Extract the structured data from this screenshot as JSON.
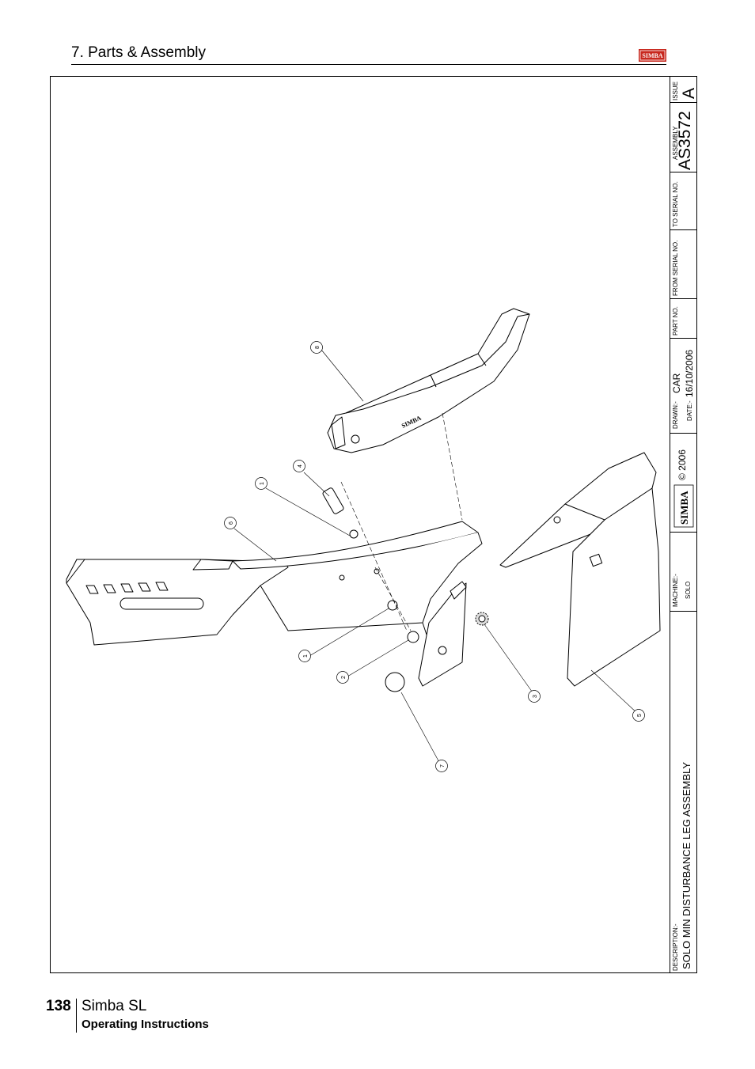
{
  "header": {
    "section_title": "7. Parts & Assembly"
  },
  "brand": {
    "logo_text": "SIMBA",
    "accent_color": "#c8281e"
  },
  "title_block": {
    "description_label": "DESCRIPTION:-",
    "description": "SOLO MIN DISTURBANCE LEG ASSEMBLY",
    "machine_label": "MACHINE:-",
    "machine": "SOLO",
    "logo_text": "SIMBA",
    "copyright": "© 2006",
    "drawn_label": "DRAWN:-",
    "drawn": "CAR",
    "date_label": "DATE:-",
    "date": "16/10/2006",
    "part_no_label": "PART NO.",
    "from_serial_label": "FROM SERIAL NO.",
    "to_serial_label": "TO SERIAL NO.",
    "assembly_label": "ASSEMBLY",
    "assembly": "AS3572",
    "issue_label": "ISSUE",
    "issue": "A"
  },
  "drawing": {
    "stamp_text": "SIMBA",
    "balloons": [
      "8",
      "4",
      "1",
      "6",
      "1",
      "2",
      "7",
      "3",
      "5"
    ]
  },
  "footer": {
    "page_number": "138",
    "product_name": "Simba SL",
    "doc_type": "Operating Instructions"
  }
}
